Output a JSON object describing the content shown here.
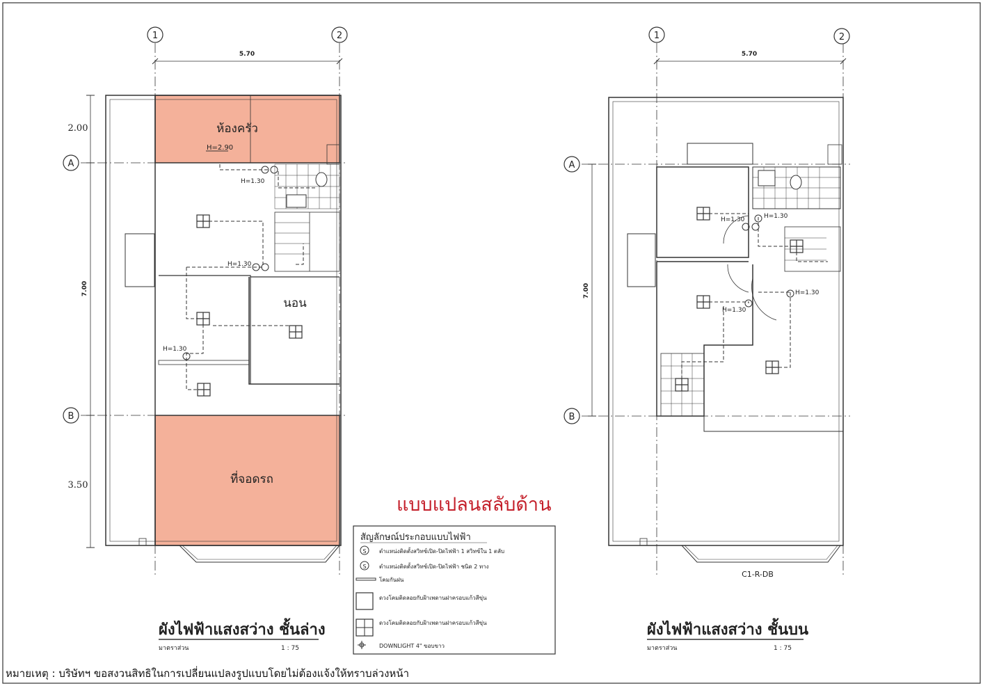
{
  "grid": {
    "axis_1": "1",
    "axis_2": "2",
    "axis_a": "A",
    "axis_b": "B"
  },
  "ground_floor": {
    "width_dim": "5.70",
    "depth_dims": [
      "2.00",
      "7.00",
      "3.50"
    ],
    "rooms": {
      "kitchen": "ห้องครัว",
      "bedroom": "นอน",
      "parking": "ที่จอดรถ"
    },
    "labels": {
      "h_kitchen": "H=2.90",
      "h1": "H=1.30",
      "h2": "H=1.30",
      "h3": "H=1.30"
    },
    "title": "ผังไฟฟ้าแสงสว่าง ชั้นล่าง",
    "scale_label": "มาตราส่วน",
    "scale_value": "1 : 75"
  },
  "upper_floor": {
    "width_dim": "5.70",
    "depth_dim": "7.00",
    "labels": {
      "h1": "H=1.30",
      "h2": "H=1.30",
      "h3": "H=1.30",
      "h4": "H=1.30"
    },
    "code": "C1-R-DB",
    "title": "ผังไฟฟ้าแสงสว่าง ชั้นบน",
    "scale_label": "มาตราส่วน",
    "scale_value": "1 : 75"
  },
  "red_note": "แบบแปลนสลับด้าน",
  "legend": {
    "title": "สัญลักษณ์ประกอบแบบไฟฟ้า",
    "items": [
      {
        "symbol": "S",
        "text": "ตำแหน่งติดตั้งสวิทซ์เปิด-ปิดไฟฟ้า 1 สวิทซ์ใน 1 ตลับ"
      },
      {
        "symbol": "S2",
        "text": "ตำแหน่งติดตั้งสวิทซ์เปิด-ปิดไฟฟ้า ชนิด 2 ทาง"
      },
      {
        "symbol": "line",
        "text": "โคมกันฝน"
      },
      {
        "symbol": "box",
        "text": "ดวงโคมติดลอยกับฝ้าเพดานฝาครอบแก้วสีขุ่น"
      },
      {
        "symbol": "box-cross",
        "text": "ดวงโคมติดลอยกับฝ้าเพดานฝาครอบแก้วสีขุ่น"
      },
      {
        "symbol": "downlight",
        "text": "DOWNLIGHT 4\" ขอบขาว"
      }
    ]
  },
  "footer_note": "หมายเหตุ : บริษัทฯ ขอสงวนสิทธิในการเปลี่ยนแปลงรูปแบบโดยไม่ต้องแจ้งให้ทราบล่วงหน้า",
  "colors": {
    "highlight": "#f4b19a",
    "red_text": "#c41f2a",
    "line": "#333333"
  }
}
